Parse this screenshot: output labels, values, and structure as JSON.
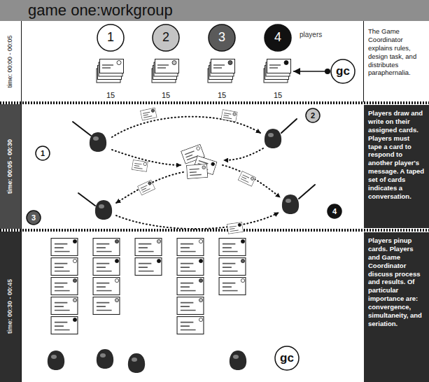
{
  "diagram": {
    "title": "game one:workgroup",
    "nodes": [
      {
        "text": [
          "1"
        ]
      },
      {
        "text": [
          "2"
        ]
      },
      {
        "text": [
          "3"
        ]
      },
      {
        "text": [
          "4"
        ]
      },
      {
        "text": [
          "15"
        ]
      },
      {
        "text": [
          "15"
        ]
      },
      {
        "text": [
          "15"
        ]
      },
      {
        "text": [
          "15"
        ]
      },
      {
        "text": [
          "gc"
        ]
      },
      {
        "text": [
          "The Game Coordinator explains rules, design task, and distributes paraphernalia."
        ]
      },
      {
        "text": [
          "1"
        ]
      },
      {
        "text": [
          "2"
        ]
      },
      {
        "text": [
          "3"
        ]
      },
      {
        "text": [
          "4"
        ]
      },
      {
        "text": [
          "Players draw and write on their assigned cards. Players must tape a card to respond to another player's message. A taped set of cards indicates a conversation."
        ]
      },
      {
        "text": [
          "Players pinup cards. Players and Game Coordinator discuss process and results. Of particular importance are: convergence, simultaneity, and seriation."
        ]
      },
      {
        "text": [
          "gc"
        ]
      }
    ],
    "edges": [
      {
        "from": 8,
        "to": 7,
        "arrow": "to"
      }
    ],
    "labels": [
      "players",
      "time: 00:00 - 00:05",
      "time: 00:05 - 00:30",
      "time: 00:30 - 00:45"
    ]
  }
}
